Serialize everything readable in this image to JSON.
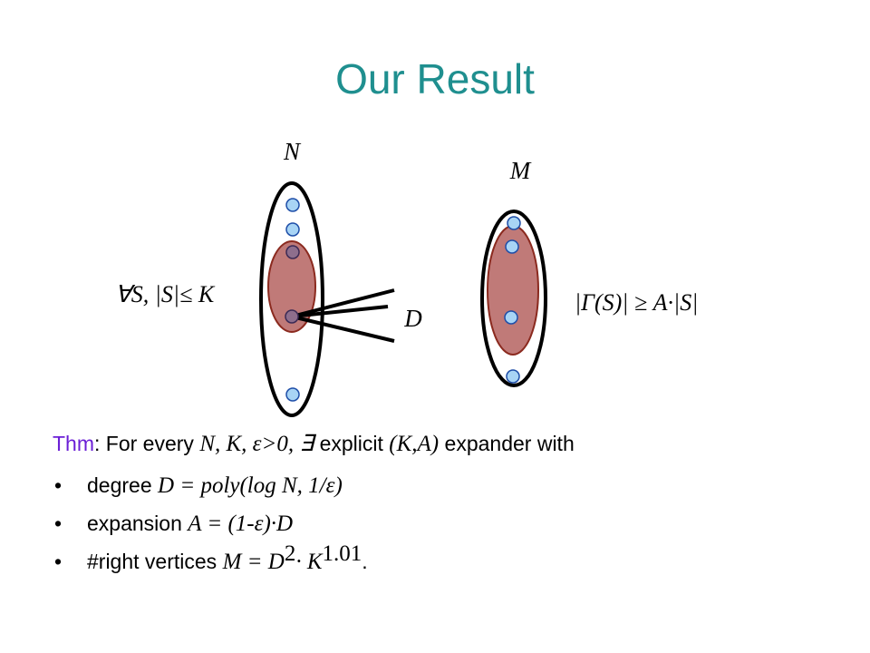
{
  "slide": {
    "title": "Our Result"
  },
  "diagram": {
    "left_label": "N",
    "right_label": "M",
    "degree_label": "D",
    "set_condition": "∀S, |S|≤ K",
    "expansion_condition": "|Γ(S)| ≥ A·|S|"
  },
  "theorem": {
    "label": "Thm",
    "intro": ": For every ",
    "params": "N, K, ε>0, ∃",
    "explicit": " explicit ",
    "ka": "(K,A)",
    "tail": " expander with"
  },
  "bullets": [
    {
      "text": "degree ",
      "math": "D = poly(log N, 1/ε)"
    },
    {
      "text": "expansion ",
      "math": "A = (1-ε)·D"
    },
    {
      "text": "#right vertices ",
      "math": "M = D",
      "exp1": "2",
      "mid": "· K",
      "exp2": "1.01",
      "end": "."
    }
  ],
  "colors": {
    "title": "#1f8f8f",
    "thm_label": "#6b1fd6",
    "set_fill": "#c07a78",
    "set_stroke": "#8b2a1f",
    "vertex_fill": "#a8d4f5",
    "vertex_stroke": "#1e4ea8"
  }
}
